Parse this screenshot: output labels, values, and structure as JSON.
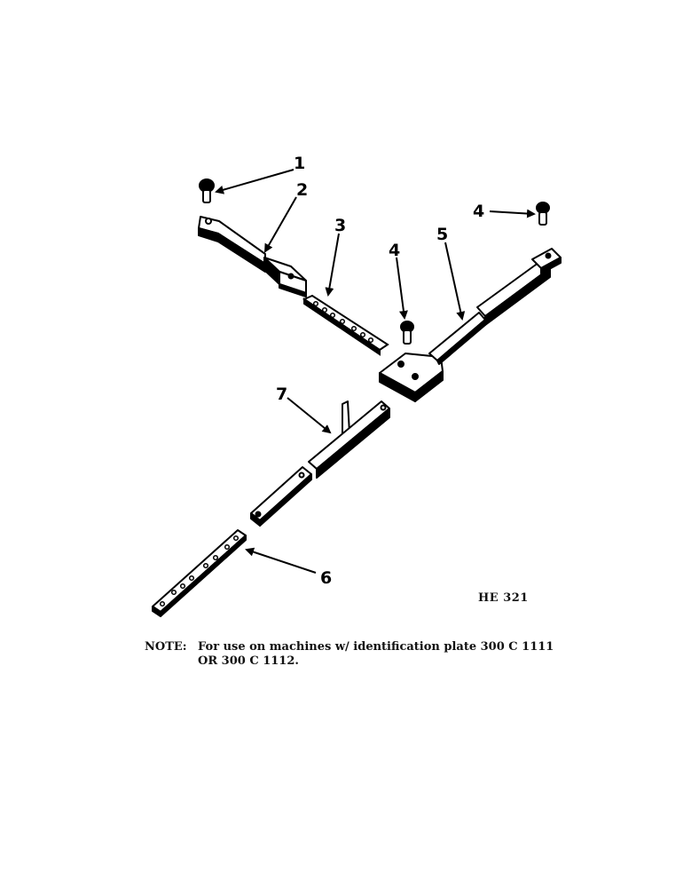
{
  "callouts": {
    "c1": "1",
    "c2": "2",
    "c3": "3",
    "c4a": "4",
    "c4b": "4",
    "c5": "5",
    "c6": "6",
    "c7": "7"
  },
  "figure_code": "HE 321",
  "note": {
    "label": "NOTE:",
    "line1": "For use on machines w/ identification plate 300 C 1111",
    "line2": "OR 300 C 1112."
  }
}
